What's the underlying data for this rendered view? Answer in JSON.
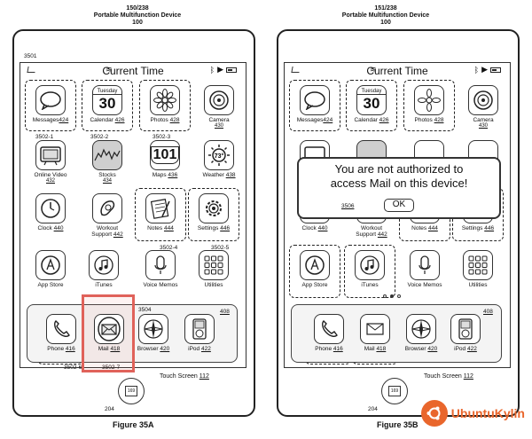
{
  "left_figure": {
    "sheet": "150/238",
    "device_title": "Portable Multifunction Device",
    "device_ref": "100",
    "caption": "Figure 35A",
    "screen_ref": "3501",
    "time": "Current Time",
    "callout_3504": "3504",
    "dock_ref": "408",
    "touch_screen": "Touch Screen ",
    "touch_ref": "112",
    "home_ref": "169",
    "home_callout": "204",
    "marks": {
      "m1": "3502-1",
      "m2": "3502-2",
      "m3": "3502-3",
      "m4": "3502-4",
      "m5": "3502-5",
      "m6": "3502-6",
      "m7": "3502-7"
    }
  },
  "right_figure": {
    "sheet": "151/238",
    "device_title": "Portable Multifunction Device",
    "device_ref": "100",
    "caption": "Figure 35B",
    "time": "Current Time",
    "dock_ref": "408",
    "touch_screen": "Touch Screen ",
    "touch_ref": "112",
    "home_ref": "169",
    "home_callout": "204",
    "alert": {
      "message_line1": "You are not authorized to",
      "message_line2": "access Mail on this device!",
      "ok_label": "OK",
      "ref": "3506"
    }
  },
  "apps": {
    "messages": {
      "label": "Messages",
      "ref": "424"
    },
    "calendar": {
      "label": "Calendar ",
      "ref": "426",
      "day": "Tuesday",
      "date": "30"
    },
    "photos": {
      "label": "Photos ",
      "ref": "428"
    },
    "camera": {
      "label": "Camera",
      "ref": "430"
    },
    "online_video": {
      "label": "Online Video",
      "ref": "432"
    },
    "stocks": {
      "label": "Stocks",
      "ref": "434"
    },
    "maps": {
      "label": "Maps ",
      "ref": "436",
      "sign": "101"
    },
    "weather": {
      "label": "Weather ",
      "ref": "438",
      "temp": "73°"
    },
    "clock": {
      "label": "Clock ",
      "ref": "440"
    },
    "workout": {
      "label": "Workout",
      "label2": "Support ",
      "ref": "442"
    },
    "notes": {
      "label": "Notes ",
      "ref": "444"
    },
    "settings": {
      "label": "Settings ",
      "ref": "446"
    },
    "app_store": {
      "label": "App Store"
    },
    "itunes": {
      "label": "iTunes"
    },
    "voice_memos": {
      "label": "Voice Memos"
    },
    "utilities": {
      "label": "Utilities"
    },
    "phone": {
      "label": "Phone ",
      "ref": "416"
    },
    "mail": {
      "label": "Mail ",
      "ref": "418"
    },
    "browser": {
      "label": "Browser ",
      "ref": "420"
    },
    "ipod": {
      "label": "iPod ",
      "ref": "422"
    }
  },
  "watermark": {
    "text": "UbuntuKylin"
  },
  "icons": [
    "speech-bubble-icon",
    "calendar-icon",
    "flower-icon",
    "camera-lens-icon",
    "tv-icon",
    "stocks-chart-icon",
    "highway-sign-icon",
    "sun-icon",
    "clock-icon",
    "workout-shoe-icon",
    "notepad-icon",
    "gear-icon",
    "app-store-icon",
    "music-note-icon",
    "microphone-icon",
    "grid-icon",
    "phone-icon",
    "envelope-icon",
    "compass-icon",
    "ipod-icon",
    "bluetooth-icon",
    "play-icon",
    "battery-icon",
    "wifi-icon"
  ],
  "colors": {
    "highlight": "#e0625a",
    "watermark": "#e9662c"
  }
}
